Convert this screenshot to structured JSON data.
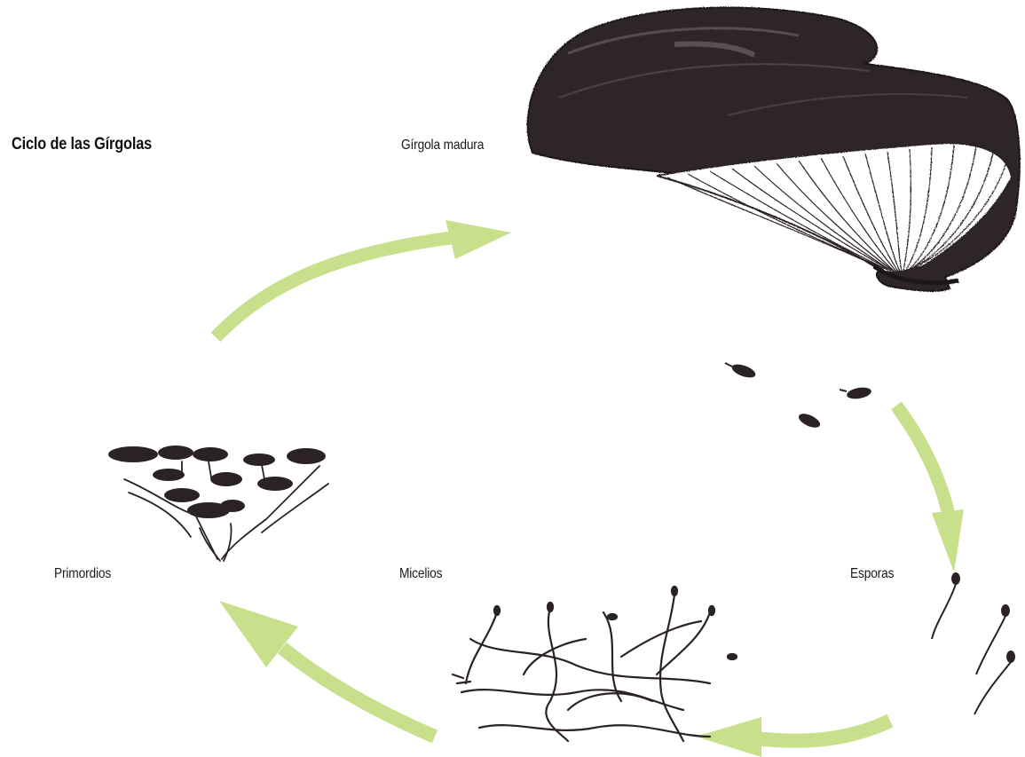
{
  "title": "Ciclo de las Gírgolas",
  "stages": {
    "mature": {
      "label": "Gírgola madura"
    },
    "spores": {
      "label": "Esporas"
    },
    "mycelium": {
      "label": "Micelios"
    },
    "primordia": {
      "label": "Primordios"
    }
  },
  "colors": {
    "arrow": "#c8e08c",
    "ink": "#2b2224"
  }
}
